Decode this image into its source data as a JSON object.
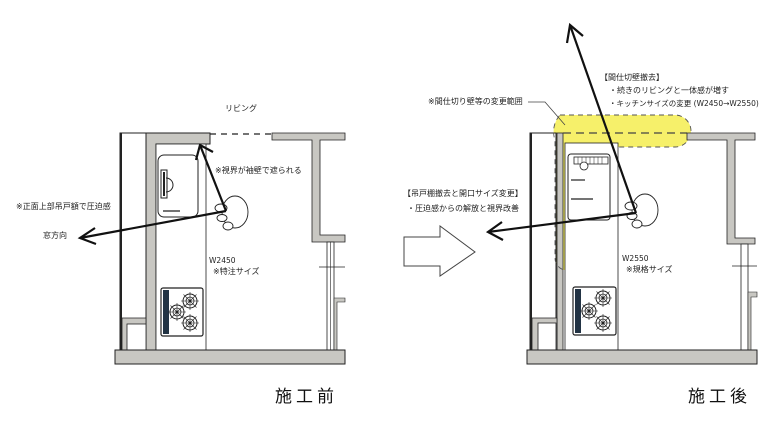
{
  "before": {
    "title": "施工前",
    "living_label": "リビング",
    "note_pressure": "※正面上部吊戸額で圧迫感",
    "window_direction": "窓方向",
    "note_view_blocked": "※視界が袖壁で遮られる",
    "width_label": "W2450",
    "size_note": "※特注サイズ"
  },
  "after": {
    "title": "施工後",
    "note_range": "※間仕切り壁等の変更範囲",
    "partition_heading": "【間仕切壁撤去】",
    "partition_points": [
      "・続きのリビングと一体感が増す",
      "・キッチンサイズの変更 (W2450→W2550)"
    ],
    "cabinet_heading": "【吊戸棚撤去と開口サイズ変更】",
    "cabinet_points": [
      "・圧迫感からの解放と視界改善"
    ],
    "width_label": "W2550",
    "size_note": "※規格サイズ"
  },
  "colors": {
    "highlight": "#f6f06a",
    "wall": "#c8c7c2",
    "line": "#111111"
  }
}
